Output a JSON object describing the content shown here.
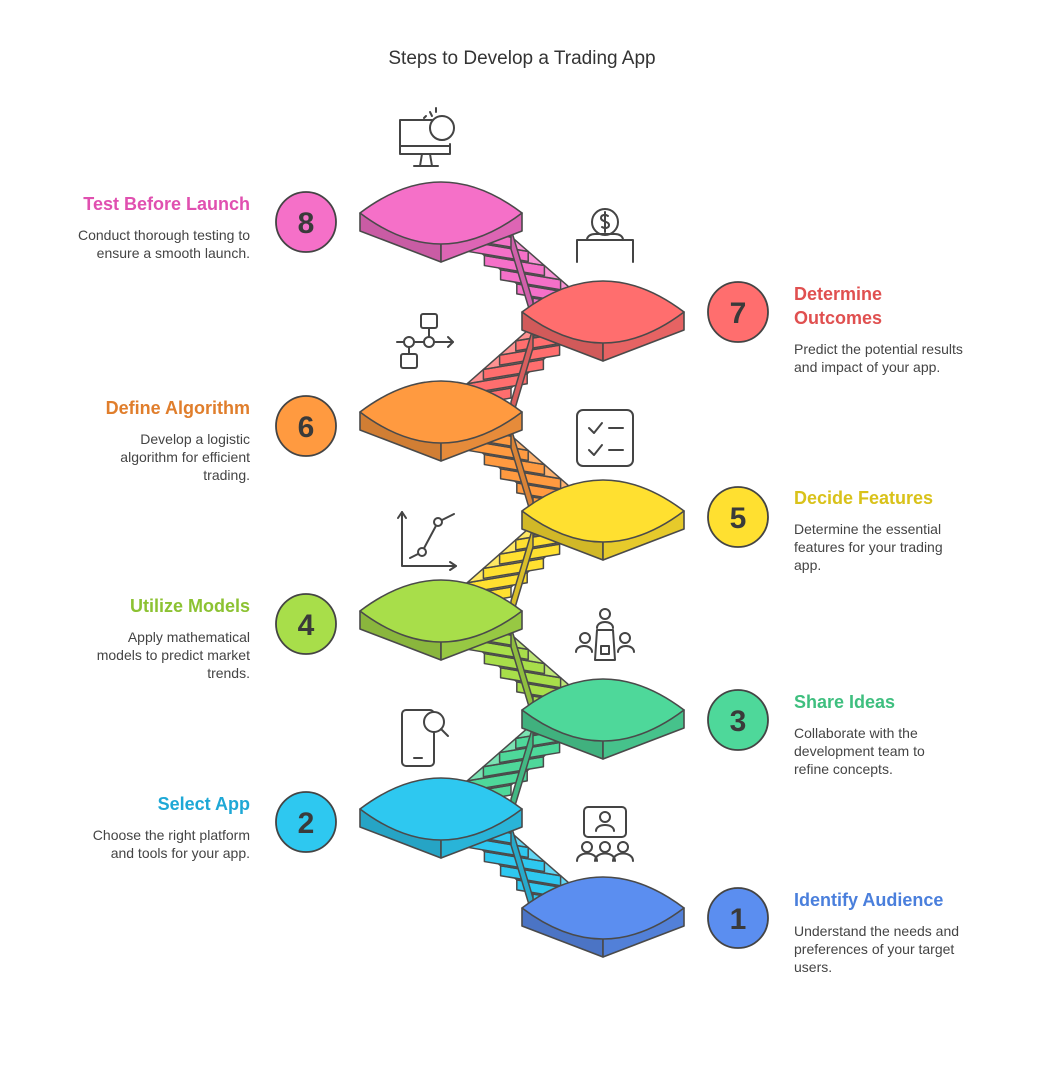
{
  "title": "Steps to Develop a Trading App",
  "steps": [
    {
      "number": "1",
      "title": "Identify Audience",
      "desc": "Understand the needs and preferences of your target users.",
      "color": "#5b8ef0",
      "label_color": "#4a7fdc",
      "icon": "audience-icon"
    },
    {
      "number": "2",
      "title": "Select App",
      "desc": "Choose the right platform and tools for your app.",
      "color": "#2ec8f0",
      "label_color": "#1ea8d6",
      "icon": "mobile-search-icon"
    },
    {
      "number": "3",
      "title": "Share Ideas",
      "desc": "Collaborate with the development team to refine concepts.",
      "color": "#4ed89a",
      "label_color": "#3fbf7f",
      "icon": "meeting-icon"
    },
    {
      "number": "4",
      "title": "Utilize Models",
      "desc": "Apply mathematical models to predict market trends.",
      "color": "#a8de4a",
      "label_color": "#8cc232",
      "icon": "chart-icon"
    },
    {
      "number": "5",
      "title": "Decide Features",
      "desc": "Determine the essential features for your trading app.",
      "color": "#ffe030",
      "label_color": "#d9c21a",
      "icon": "checklist-icon"
    },
    {
      "number": "6",
      "title": "Define Algorithm",
      "desc": "Develop a logistic algorithm for efficient trading.",
      "color": "#ff9a40",
      "label_color": "#e07e2c",
      "icon": "flowchart-icon"
    },
    {
      "number": "7",
      "title": "Determine Outcomes",
      "desc": "Predict the potential results and impact of your app.",
      "color": "#ff6e6e",
      "label_color": "#e05050",
      "icon": "donation-icon"
    },
    {
      "number": "8",
      "title": "Test Before Launch",
      "desc": "Conduct thorough testing to ensure a smooth launch.",
      "color": "#f570c8",
      "label_color": "#e050b0",
      "icon": "monitor-test-icon"
    }
  ]
}
